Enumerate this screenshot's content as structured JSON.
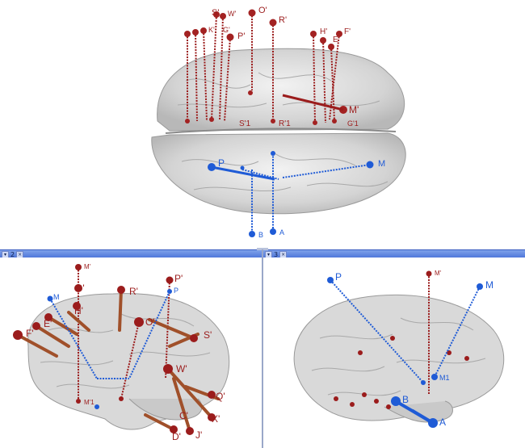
{
  "colors": {
    "right_hemisphere": "#9b1c1c",
    "left_hemisphere": "#1f5bd6",
    "brain": "#c8c8c8",
    "toolbar": "#5b7fe0"
  },
  "top_view": {
    "red_labels": [
      "S'",
      "W'",
      "O'",
      "R'",
      "P'",
      "K'",
      "G'",
      "H'",
      "E'",
      "F'",
      "M'"
    ],
    "red_contact_labels": [
      "S'1",
      "R'1",
      "G'1"
    ],
    "blue_labels": [
      "P",
      "M",
      "B",
      "A"
    ]
  },
  "bottom_left": {
    "panel_number": "2",
    "red_labels": [
      "M'",
      "G'",
      "R'",
      "P'",
      "O'",
      "S'",
      "H'",
      "E'",
      "F'",
      "W'",
      "Q'",
      "X'",
      "C'",
      "D'",
      "J'"
    ],
    "blue_labels": [
      "M",
      "P"
    ],
    "small_labels": [
      "M'1"
    ]
  },
  "bottom_right": {
    "panel_number": "3",
    "red_labels": [
      "M'"
    ],
    "blue_labels": [
      "P",
      "M",
      "B",
      "A"
    ],
    "small_labels": [
      "M1"
    ]
  }
}
